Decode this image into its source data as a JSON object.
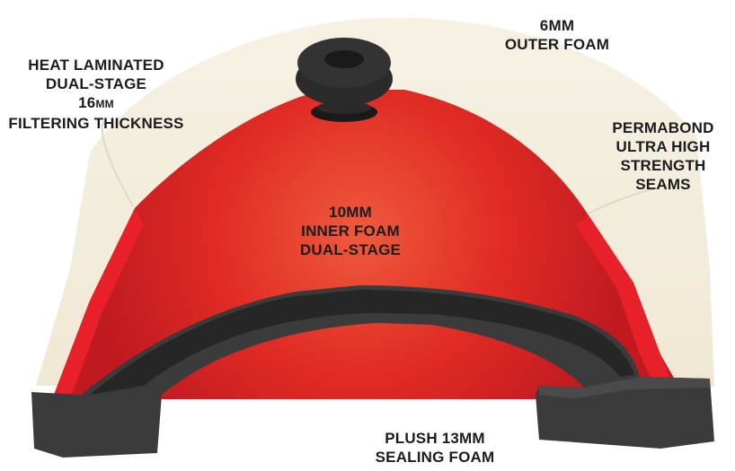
{
  "labels": {
    "heat_laminated": {
      "line1": "HEAT LAMINATED",
      "line2": "DUAL-STAGE",
      "line3_value": "16",
      "line3_unit": "MM",
      "line4": "FILTERING THICKNESS"
    },
    "outer_foam": {
      "line1": "6MM",
      "line2": "OUTER FOAM"
    },
    "permabond": {
      "line1": "PERMABOND",
      "line2": "ULTRA HIGH",
      "line3": "STRENGTH",
      "line4": "SEAMS"
    },
    "inner_foam": {
      "line1": "10MM",
      "line2": "INNER FOAM",
      "line3": "DUAL-STAGE"
    },
    "sealing_foam": {
      "line1": "PLUSH 13MM",
      "line2": "SEALING FOAM"
    }
  },
  "colors": {
    "outer_foam": "#f3eedf",
    "outer_foam_shade": "#e6dfca",
    "inner_foam_edge": "#e8202a",
    "inner_foam_center": "#ef5a3c",
    "inner_foam_deep": "#c01a20",
    "sealing_foam": "#3b3b3b",
    "sealing_foam_dark": "#1e1e1e",
    "text": "#1c1c1c"
  }
}
